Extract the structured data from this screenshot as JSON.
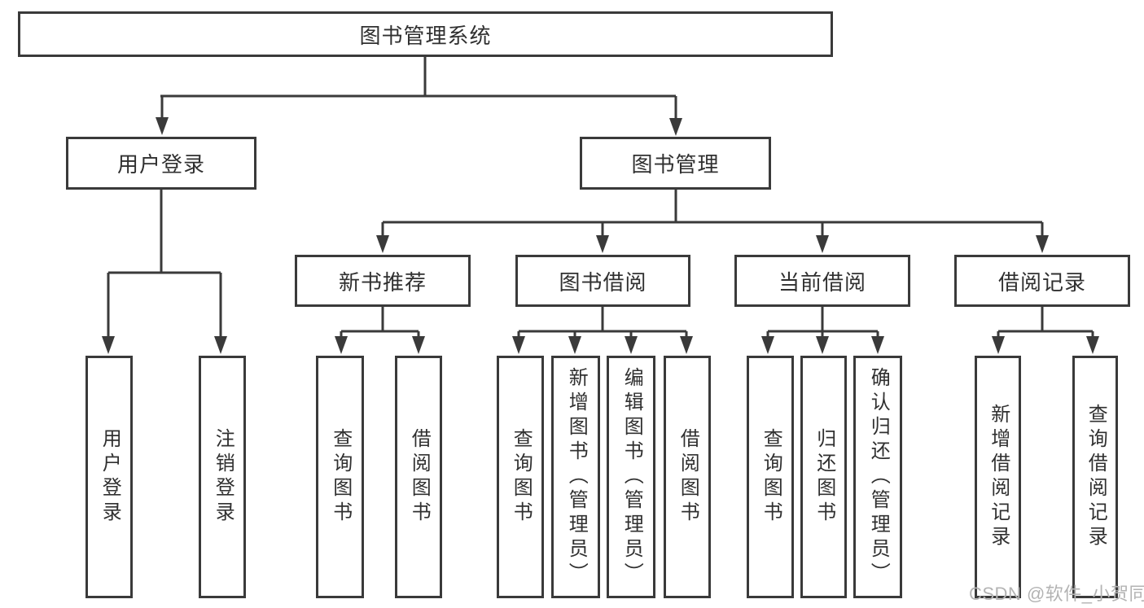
{
  "diagram": {
    "root": {
      "label": "图书管理系统"
    },
    "branches": [
      {
        "label": "用户登录",
        "children": [
          {
            "label": "用户登录"
          },
          {
            "label": "注销登录"
          }
        ]
      },
      {
        "label": "图书管理",
        "children": [
          {
            "label": "新书推荐",
            "children": [
              {
                "label": "查询图书"
              },
              {
                "label": "借阅图书"
              }
            ]
          },
          {
            "label": "图书借阅",
            "children": [
              {
                "label": "查询图书"
              },
              {
                "label": "新增图书（管理员）"
              },
              {
                "label": "编辑图书（管理员）"
              },
              {
                "label": "借阅图书"
              }
            ]
          },
          {
            "label": "当前借阅",
            "children": [
              {
                "label": "查询图书"
              },
              {
                "label": "归还图书"
              },
              {
                "label": "确认归还（管理员）"
              }
            ]
          },
          {
            "label": "借阅记录",
            "children": [
              {
                "label": "新增借阅记录"
              },
              {
                "label": "查询借阅记录"
              }
            ]
          }
        ]
      }
    ],
    "watermark": "CSDN @软件_小贺同学",
    "colors": {
      "line": "#3a3a3a",
      "text": "#303030",
      "watermark": "#b3b3b3",
      "background": "#ffffff"
    }
  }
}
